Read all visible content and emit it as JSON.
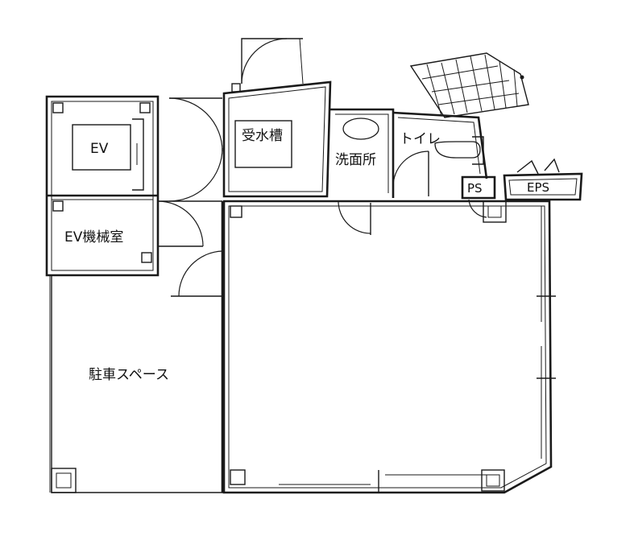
{
  "rooms": {
    "ev": "EV",
    "ev_machine_room": "EV機械室",
    "water_tank": "受水槽",
    "washroom": "洗面所",
    "toilet": "トイレ",
    "ps": "PS",
    "eps": "EPS",
    "parking": "駐車スペース"
  }
}
